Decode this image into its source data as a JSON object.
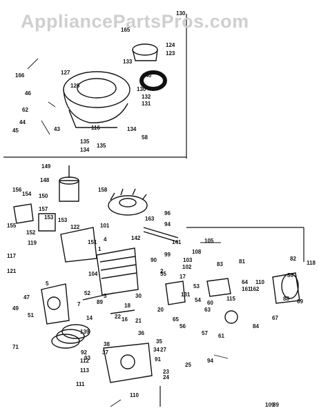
{
  "watermark": "AppliancePartsPros.com",
  "labels": [
    "130",
    "165",
    "124",
    "123",
    "166",
    "133",
    "140",
    "127",
    "126",
    "130",
    "132",
    "131",
    "46",
    "62",
    "44",
    "45",
    "43",
    "116",
    "134",
    "135",
    "58",
    "134",
    "135",
    "149",
    "148",
    "158",
    "156",
    "154",
    "150",
    "157",
    "153",
    "155",
    "152",
    "119",
    "153",
    "122",
    "151",
    "117",
    "121",
    "101",
    "163",
    "96",
    "94",
    "4",
    "142",
    "141",
    "105",
    "108",
    "103",
    "102",
    "1",
    "99",
    "83",
    "81",
    "82",
    "118",
    "86",
    "90",
    "2",
    "104",
    "5",
    "47",
    "49",
    "51",
    "52",
    "7",
    "3",
    "17",
    "55",
    "53",
    "64",
    "161",
    "162",
    "115",
    "110",
    "89",
    "30",
    "18",
    "20",
    "22",
    "131",
    "54",
    "60",
    "63",
    "65",
    "56",
    "57",
    "61",
    "69",
    "88",
    "67",
    "84",
    "71",
    "139",
    "14",
    "16",
    "21",
    "36",
    "38",
    "37",
    "35",
    "34",
    "91",
    "23",
    "24",
    "27",
    "25",
    "94",
    "92",
    "93",
    "112",
    "113",
    "111",
    "110",
    "109",
    "39"
  ],
  "colors": {
    "ink": "#111111",
    "watermark": "#cfcfcf",
    "background": "#ffffff"
  }
}
